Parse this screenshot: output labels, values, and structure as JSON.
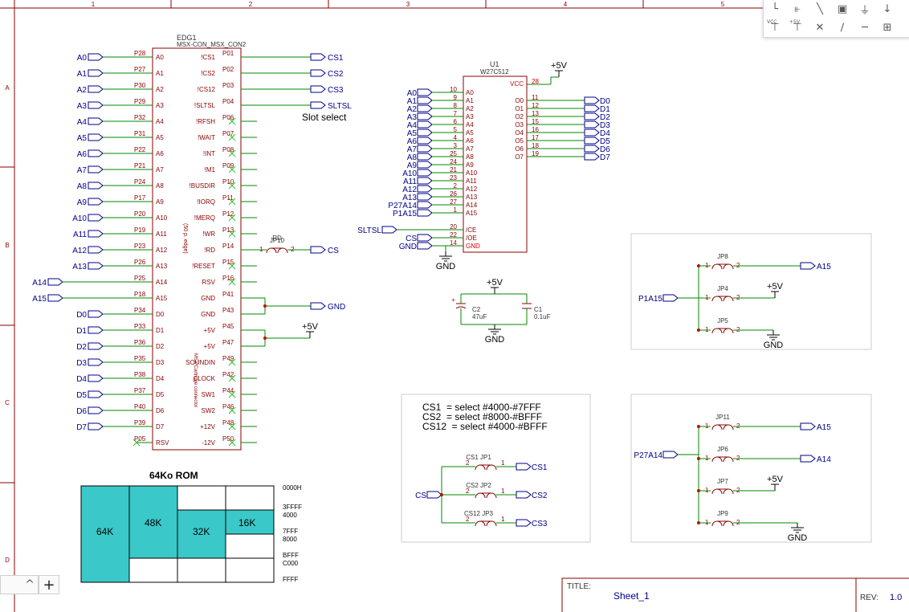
{
  "border": {
    "columns": [
      "1",
      "2",
      "3",
      "4",
      "5"
    ],
    "rows": [
      "A",
      "B",
      "C",
      "D"
    ]
  },
  "edg1": {
    "ref": "EDG1",
    "value": "MSX-CON_MSX_CON2",
    "vertical_note": "(50 p. edge)",
    "vertical_note2": "MSX Cartridge connector",
    "left_pins": [
      {
        "net": "A0",
        "pin": "P28",
        "name": "A0"
      },
      {
        "net": "A1",
        "pin": "P27",
        "name": "A1"
      },
      {
        "net": "A2",
        "pin": "P30",
        "name": "A2"
      },
      {
        "net": "A3",
        "pin": "P29",
        "name": "A3"
      },
      {
        "net": "A4",
        "pin": "P32",
        "name": "A4"
      },
      {
        "net": "A5",
        "pin": "P31",
        "name": "A5"
      },
      {
        "net": "A6",
        "pin": "P22",
        "name": "A6"
      },
      {
        "net": "A7",
        "pin": "P21",
        "name": "A7"
      },
      {
        "net": "A8",
        "pin": "P24",
        "name": "A8"
      },
      {
        "net": "A9",
        "pin": "P17",
        "name": "A9"
      },
      {
        "net": "A10",
        "pin": "P20",
        "name": "A10"
      },
      {
        "net": "A11",
        "pin": "P19",
        "name": "A11"
      },
      {
        "net": "A12",
        "pin": "P23",
        "name": "A12"
      },
      {
        "net": "A13",
        "pin": "P26",
        "name": "A13"
      },
      {
        "net": "A14",
        "pin": "P25",
        "name": "A14"
      },
      {
        "net": "A15",
        "pin": "P18",
        "name": "A15"
      },
      {
        "net": "D0",
        "pin": "P34",
        "name": "D0"
      },
      {
        "net": "D1",
        "pin": "P33",
        "name": "D1"
      },
      {
        "net": "D2",
        "pin": "P36",
        "name": "D2"
      },
      {
        "net": "D3",
        "pin": "P35",
        "name": "D3"
      },
      {
        "net": "D4",
        "pin": "P38",
        "name": "D4"
      },
      {
        "net": "D5",
        "pin": "P37",
        "name": "D5"
      },
      {
        "net": "D6",
        "pin": "P40",
        "name": "D6"
      },
      {
        "net": "D7",
        "pin": "P39",
        "name": "D7"
      },
      {
        "net": "",
        "pin": "P05",
        "name": "RSV"
      }
    ],
    "right_pins": [
      {
        "name": "!CS1",
        "pin": "P01"
      },
      {
        "name": "!CS2",
        "pin": "P02"
      },
      {
        "name": "!CS12",
        "pin": "P03"
      },
      {
        "name": "!SLTSL",
        "pin": "P04"
      },
      {
        "name": "!RFSH",
        "pin": "P06"
      },
      {
        "name": "!WAIT",
        "pin": "P07"
      },
      {
        "name": "!INT",
        "pin": "P08"
      },
      {
        "name": "!M1",
        "pin": "P09"
      },
      {
        "name": "!BUSDIR",
        "pin": "P10"
      },
      {
        "name": "!IORQ",
        "pin": "P11"
      },
      {
        "name": "!MERQ",
        "pin": "P12"
      },
      {
        "name": "!WR",
        "pin": "P13"
      },
      {
        "name": "!RD",
        "pin": "P14"
      },
      {
        "name": "!RESET",
        "pin": "P15"
      },
      {
        "name": "RSV",
        "pin": "P16"
      },
      {
        "name": "GND",
        "pin": "P41"
      },
      {
        "name": "GND",
        "pin": "P43"
      },
      {
        "name": "+5V",
        "pin": "P45"
      },
      {
        "name": "+5V",
        "pin": "P47"
      },
      {
        "name": "SOUNDIN",
        "pin": "P49"
      },
      {
        "name": "CLOCK",
        "pin": "P42"
      },
      {
        "name": "SW1",
        "pin": "P44"
      },
      {
        "name": "SW2",
        "pin": "P46"
      },
      {
        "name": "+12V",
        "pin": "P48"
      },
      {
        "name": "-12V",
        "pin": "P50"
      }
    ],
    "right_ports": [
      "CS1",
      "CS2",
      "CS3",
      "SLTSL"
    ],
    "slot_select": "Slot select",
    "jp10": {
      "ref": "JP10",
      "value": "RD",
      "p1": "1",
      "p2": "2",
      "port": "CS"
    },
    "gnd_port": "GND",
    "vcc_label": "+5V"
  },
  "u1": {
    "ref": "U1",
    "value": "W27C512",
    "addr_pins": [
      {
        "net": "A0",
        "num": "10",
        "name": "A0"
      },
      {
        "net": "A1",
        "num": "9",
        "name": "A1"
      },
      {
        "net": "A2",
        "num": "8",
        "name": "A2"
      },
      {
        "net": "A3",
        "num": "7",
        "name": "A3"
      },
      {
        "net": "A4",
        "num": "6",
        "name": "A4"
      },
      {
        "net": "A5",
        "num": "5",
        "name": "A5"
      },
      {
        "net": "A6",
        "num": "4",
        "name": "A6"
      },
      {
        "net": "A7",
        "num": "3",
        "name": "A7"
      },
      {
        "net": "A8",
        "num": "25",
        "name": "A8"
      },
      {
        "net": "A9",
        "num": "24",
        "name": "A9"
      },
      {
        "net": "A10",
        "num": "21",
        "name": "A10"
      },
      {
        "net": "A11",
        "num": "23",
        "name": "A11"
      },
      {
        "net": "A12",
        "num": "2",
        "name": "A12"
      },
      {
        "net": "A13",
        "num": "26",
        "name": "A13"
      },
      {
        "net": "P27A14",
        "num": "27",
        "name": "A14"
      },
      {
        "net": "P1A15",
        "num": "1",
        "name": "A15"
      }
    ],
    "data_pins": [
      {
        "name": "O0",
        "num": "11",
        "net": "D0"
      },
      {
        "name": "O1",
        "num": "12",
        "net": "D1"
      },
      {
        "name": "O2",
        "num": "13",
        "net": "D2"
      },
      {
        "name": "O3",
        "num": "15",
        "net": "D3"
      },
      {
        "name": "O4",
        "num": "16",
        "net": "D4"
      },
      {
        "name": "O5",
        "num": "17",
        "net": "D5"
      },
      {
        "name": "O6",
        "num": "18",
        "net": "D6"
      },
      {
        "name": "O7",
        "num": "19",
        "net": "D7"
      }
    ],
    "vcc": {
      "name": "VCC",
      "num": "28",
      "net": "+5V"
    },
    "ctrl_pins": [
      {
        "net": "SLTSL",
        "num": "20",
        "name": "/CE"
      },
      {
        "net": "CS",
        "num": "22",
        "name": "/OE"
      },
      {
        "net": "GND",
        "num": "14",
        "name": "GND"
      }
    ],
    "gnd_label": "GND"
  },
  "caps": {
    "vcc": "+5V",
    "gnd": "GND",
    "c2": {
      "ref": "C2",
      "value": "47uF",
      "plus": "+"
    },
    "c1": {
      "ref": "C1",
      "value": "0.1uF"
    }
  },
  "box1": {
    "net": "P1A15",
    "jumpers": [
      {
        "ref": "JP8",
        "target": "A15"
      },
      {
        "ref": "JP4",
        "target": "+5V"
      },
      {
        "ref": "JP5",
        "target": "GND"
      }
    ]
  },
  "box3": {
    "net": "P27A14",
    "jumpers": [
      {
        "ref": "JP11",
        "target": "A15"
      },
      {
        "ref": "JP6",
        "target": "A14"
      },
      {
        "ref": "JP7",
        "target": "+5V"
      },
      {
        "ref": "JP9",
        "target": "GND"
      }
    ]
  },
  "box2": {
    "notes": [
      "CS1  = select #4000-#7FFF",
      "CS2  = select #8000-#BFFF",
      "CS12  = select #4000-#BFFF"
    ],
    "input": "CS",
    "jumpers": [
      {
        "label": "CS1 JP1",
        "target": "CS1"
      },
      {
        "label": "CS2 JP2",
        "target": "CS2"
      },
      {
        "label": "CS12  JP3",
        "target": "CS3"
      }
    ]
  },
  "rom_map": {
    "title": "64Ko ROM",
    "blocks": [
      "64K",
      "48K",
      "32K",
      "16K"
    ],
    "addresses": [
      "0000H",
      "3FFFF",
      "4000",
      "7FFF",
      "8000",
      "BFFF",
      "C000",
      "FFFF"
    ],
    "fill": "#3ac8c8"
  },
  "title_block": {
    "title_label": "TITLE:",
    "title": "Sheet_1",
    "rev_label": "REV:",
    "rev": "1.0"
  },
  "colors": {
    "wire": "#008a00",
    "symbol": "#8a0000",
    "net_label": "#00008a",
    "pin_number": "#8a0000",
    "noconnect": "#33bb33",
    "junction": "#cc0000",
    "grid_box": "#cccccc"
  },
  "toolbar": {
    "icons": [
      "wire-corner-icon",
      "bus-entry-icon",
      "line-icon",
      "net-port-icon",
      "ground-icon",
      "off-page-icon",
      "triangle-icon",
      "vcc-icon",
      "plus5v-icon",
      "no-connect-icon",
      "net-label-icon",
      "pin-icon",
      "component-icon"
    ],
    "vcc_label": "VCC",
    "p5v_label": "+5V"
  },
  "zoom": {
    "collapse": "^",
    "expand": "+"
  }
}
